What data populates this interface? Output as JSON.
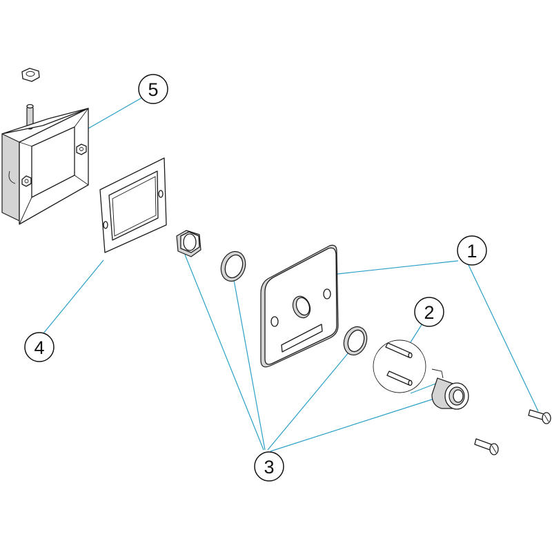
{
  "callouts": [
    {
      "id": "1",
      "label": "1"
    },
    {
      "id": "2",
      "label": "2"
    },
    {
      "id": "3",
      "label": "3"
    },
    {
      "id": "4",
      "label": "4"
    },
    {
      "id": "5",
      "label": "5"
    }
  ],
  "colors": {
    "leader": "#2a9fc7",
    "outline": "#1a1a1a",
    "shade": "#d4d4d4",
    "background": "#ffffff"
  }
}
